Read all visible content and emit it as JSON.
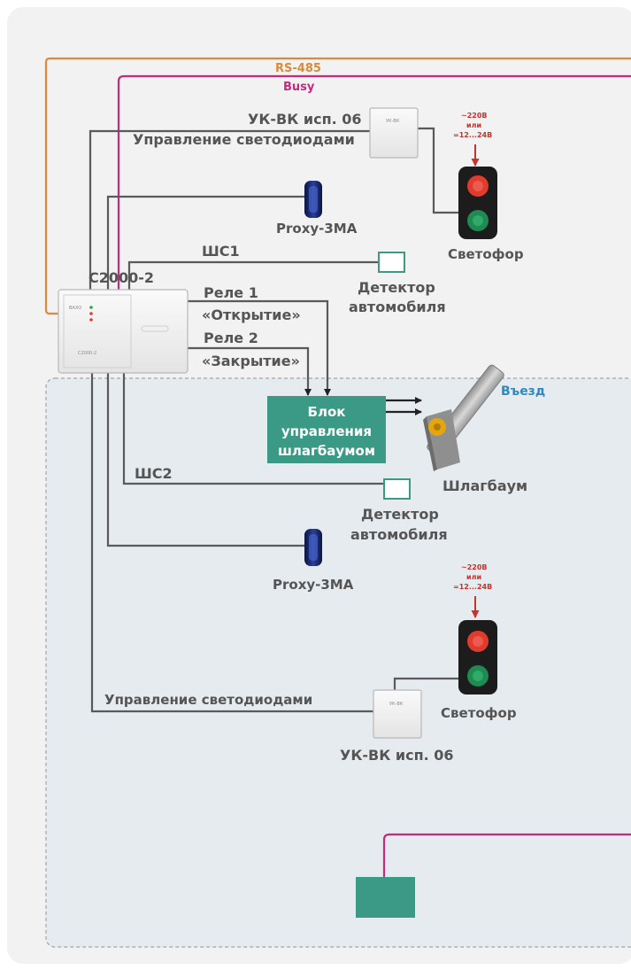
{
  "bus": {
    "rs485": "RS-485",
    "busy": "Busy",
    "rs485_color": "#d98a3c",
    "busy_color": "#c42a7e"
  },
  "zone": {
    "title": "Въезд",
    "title_color": "#2a8ac4"
  },
  "controller": {
    "name": "С2000-2",
    "panel_label": "С2000-2",
    "panel_top": "ВАХО"
  },
  "top": {
    "ukvk_label": "УК-ВК исп. 06",
    "led_control": "Управление светодиодами",
    "ukvk_panel": "УК-ВК",
    "proxy": "Proxy-3MA",
    "shs": "ШС1",
    "detector_l1": "Детектор",
    "detector_l2": "автомобиля",
    "relay1_l1": "Реле 1",
    "relay1_l2": "«Открытие»",
    "relay2_l1": "Реле 2",
    "relay2_l2": "«Закрытие»",
    "traffic_light": "Светофор",
    "power_l1": "~220В",
    "power_l2": "или",
    "power_l3": "=12...24В"
  },
  "barrier": {
    "block_l1": "Блок",
    "block_l2": "управления",
    "block_l3": "шлагбаумом",
    "block_color": "#3a9a86",
    "name": "Шлагбаум"
  },
  "bottom": {
    "shs": "ШС2",
    "detector_l1": "Детектор",
    "detector_l2": "автомобиля",
    "proxy": "Proxy-3MA",
    "power_l1": "~220В",
    "power_l2": "или",
    "power_l3": "=12...24В",
    "traffic_light": "Светофор",
    "led_control": "Управление светодиодами",
    "ukvk_label": "УК-ВК исп. 06",
    "ukvk_panel": "УК-ВК"
  }
}
